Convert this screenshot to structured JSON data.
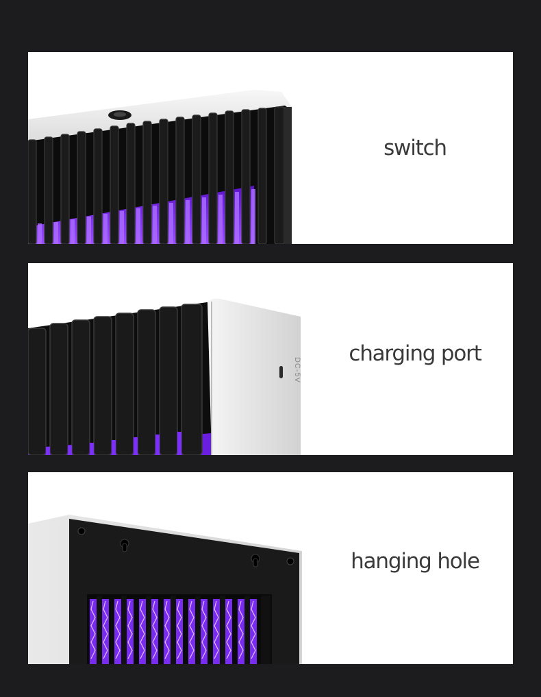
{
  "panels": [
    {
      "label": "switch"
    },
    {
      "label": "charging port",
      "port_marking": "DC-5V"
    },
    {
      "label": "hanging hole"
    }
  ],
  "colors": {
    "background": "#1c1c1e",
    "panel": "#ffffff",
    "uv_glow": "#7b2cff",
    "housing": "#e6e6e6",
    "grille": "#111111"
  }
}
